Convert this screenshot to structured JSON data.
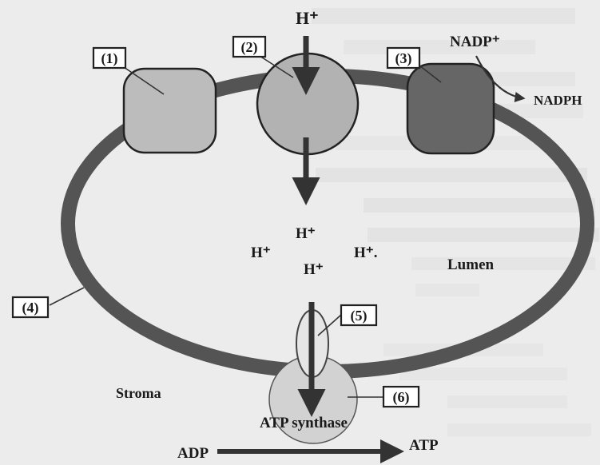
{
  "labels": {
    "box1": "(1)",
    "box2": "(2)",
    "box3": "(3)",
    "box4": "(4)",
    "box5": "(5)",
    "box6": "(6)"
  },
  "ions": {
    "top": "H⁺",
    "lumen_a": "H⁺",
    "lumen_b": "H⁺",
    "lumen_c": "H⁺",
    "lumen_d": "H⁺."
  },
  "text": {
    "nadp": "NADP⁺",
    "nadph": "NADPH",
    "lumen": "Lumen",
    "stroma": "Stroma",
    "atp_synthase": "ATP synthase",
    "adp": "ADP",
    "atp": "ATP"
  },
  "colors": {
    "membrane": "#545454",
    "protein1": "#bcbcbc",
    "protein2": "#b2b2b2",
    "protein3": "#666666",
    "synthase": "#d2d2d2",
    "background": "#ececec"
  }
}
